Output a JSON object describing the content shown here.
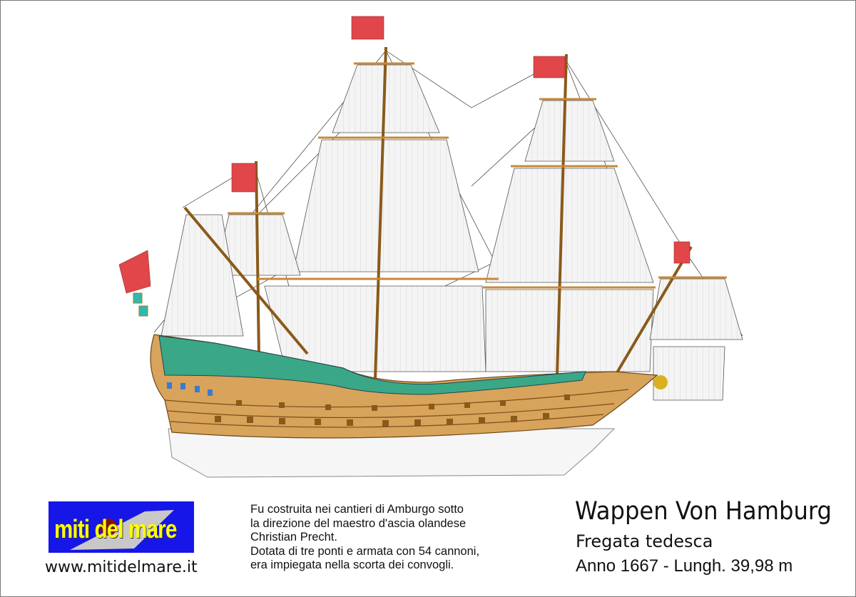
{
  "logo": {
    "text": "miti del mare"
  },
  "website": "www.mitidelmare.it",
  "description": [
    "Fu costruita nei cantieri di Amburgo sotto",
    "la direzione del maestro d'ascia olandese",
    "Christian Precht.",
    "Dotata di tre ponti e armata con 54 cannoni,",
    "era impiegata nella scorta dei convogli."
  ],
  "ship": {
    "name": "Wappen Von Hamburg",
    "type": "Fregata tedesca",
    "details": "Anno 1667 - Lungh. 39,98 m"
  },
  "colors": {
    "hull": "#d8a35a",
    "band": "#3aa886",
    "flag": "#e0464a",
    "logo_bg": "#1616e8",
    "logo_text": "#ffff00"
  }
}
